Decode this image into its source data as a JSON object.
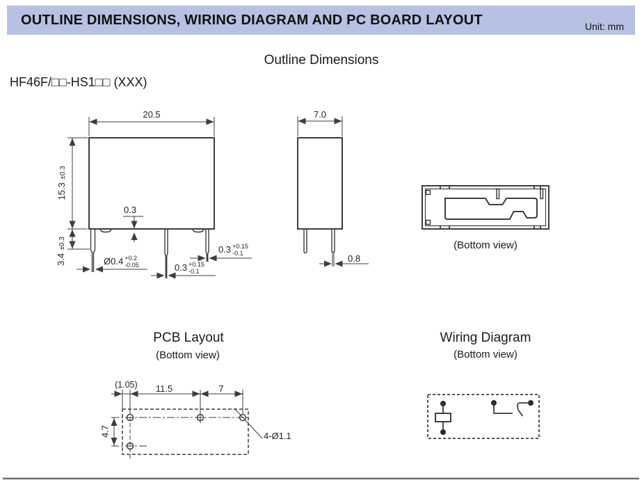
{
  "header": {
    "title": "OUTLINE DIMENSIONS, WIRING DIAGRAM AND PC BOARD LAYOUT",
    "unit": "Unit: mm"
  },
  "outline": {
    "title": "Outline Dimensions",
    "part_number": "HF46F/□□-HS1□□ (XXX)"
  },
  "front_view": {
    "width": "20.5",
    "height": {
      "value": "15.3",
      "tol": "±0.3"
    },
    "pin_length": {
      "value": "3.4",
      "tol": "±0.3"
    },
    "standoff": "0.3",
    "pin_diameter": {
      "value": "Ø0.4",
      "tol_plus": "+0.2",
      "tol_minus": "-0.05"
    },
    "pin_mid": {
      "value": "0.3",
      "tol_plus": "+0.15",
      "tol_minus": "-0.1"
    },
    "pin_right": {
      "value": "0.3",
      "tol_plus": "+0.15",
      "tol_minus": "-0.1"
    }
  },
  "side_view": {
    "width": "7.0",
    "pin_width": "0.8"
  },
  "bottom_view": {
    "label": "(Bottom view)"
  },
  "pcb": {
    "title": "PCB Layout",
    "subtitle": "(Bottom view)",
    "dim_left": "(1.05)",
    "dim_mid": "11.5",
    "dim_right": "7",
    "dim_vert": "4.7",
    "hole_label": "4-Ø1.1"
  },
  "wiring": {
    "title": "Wiring Diagram",
    "subtitle": "(Bottom view)"
  },
  "colors": {
    "header_bg": "#b7c1e3",
    "line": "#3d3d3d",
    "text": "#1c1c1c"
  }
}
